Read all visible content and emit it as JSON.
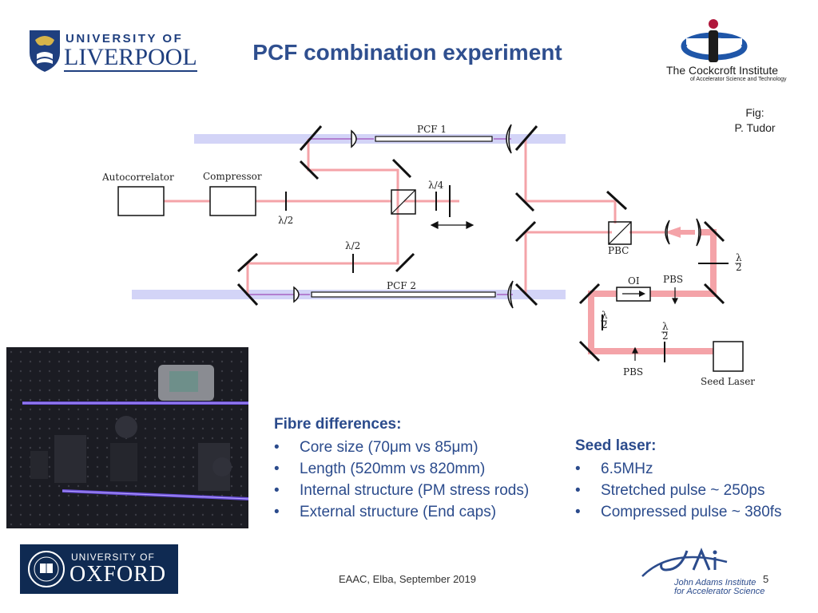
{
  "header": {
    "liverpool_logo": {
      "line1": "UNIVERSITY OF",
      "line2": "LIVERPOOL"
    },
    "title": "PCF combination experiment",
    "cockcroft_logo": {
      "line1": "The Cockcroft Institute",
      "line2": "of Accelerator Science and Technology"
    }
  },
  "credit": {
    "line1": "Fig:",
    "line2": "P. Tudor"
  },
  "diagram": {
    "labels": {
      "pcf1": "PCF 1",
      "pcf2": "PCF 2",
      "autocorrelator": "Autocorrelator",
      "compressor": "Compressor",
      "lambda4": "λ/4",
      "lambda2_a": "λ/2",
      "lambda2_b": "λ/2",
      "pbc": "PBC",
      "oi": "OI",
      "pbs_top": "PBS",
      "pbs_bottom": "PBS",
      "seed_laser": "Seed Laser",
      "frac_num": "λ",
      "frac_den": "2"
    },
    "colors": {
      "beam": "#f4a3a8",
      "beam_strong": "#ef8f97",
      "fibre_band": "#d3d4f7",
      "fibre_purple": "#b27fd0"
    }
  },
  "fibre_differences": {
    "heading": "Fibre differences:",
    "items": [
      "Core size (70μm vs 85μm)",
      "Length (520mm vs 820mm)",
      "Internal structure (PM stress rods)",
      "External structure (End caps)"
    ]
  },
  "seed_laser": {
    "heading": "Seed laser:",
    "items": [
      "6.5MHz",
      "Stretched pulse ~ 250ps",
      "Compressed pulse ~ 380fs"
    ]
  },
  "footer": {
    "oxford_logo": {
      "line1": "UNIVERSITY OF",
      "line2": "OXFORD"
    },
    "event": "EAAC, Elba, September 2019",
    "jai_logo": {
      "mark": "JAi",
      "line1": "John Adams Institute",
      "line2": "for Accelerator Science"
    },
    "page_number": "5"
  }
}
